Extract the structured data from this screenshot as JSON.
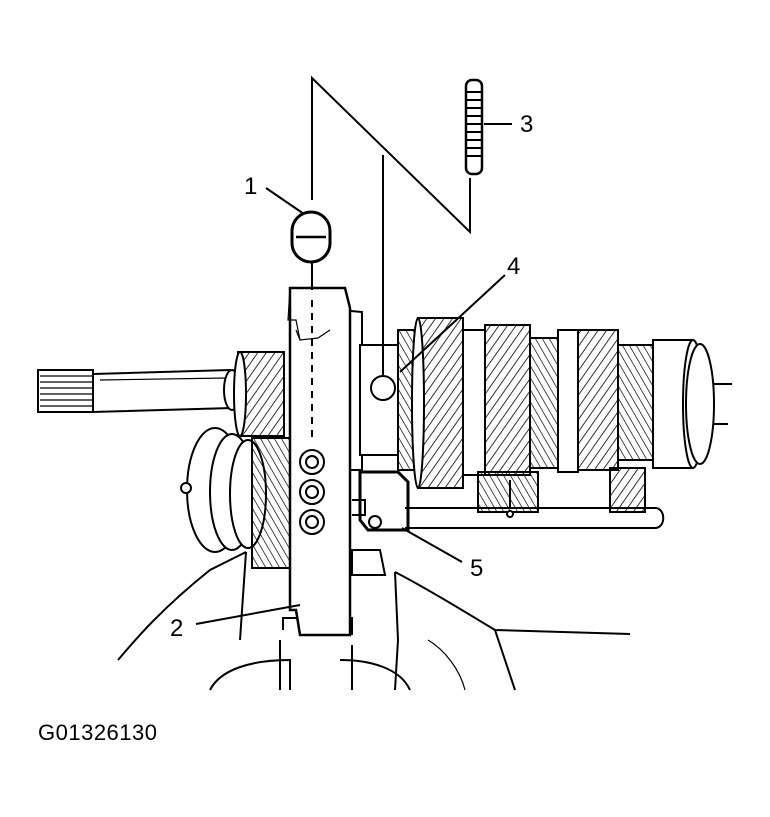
{
  "diagram": {
    "callouts": [
      {
        "id": "callout-1",
        "label": "1"
      },
      {
        "id": "callout-2",
        "label": "2"
      },
      {
        "id": "callout-3",
        "label": "3"
      },
      {
        "id": "callout-4",
        "label": "4"
      },
      {
        "id": "callout-5",
        "label": "5"
      }
    ],
    "figure_id": "G01326130"
  }
}
